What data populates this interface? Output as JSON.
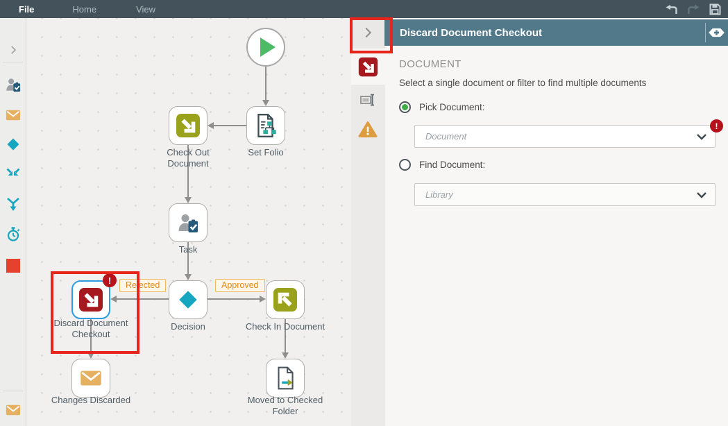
{
  "topbar": {
    "menus": [
      {
        "label": "File"
      },
      {
        "label": "Home"
      },
      {
        "label": "View"
      }
    ]
  },
  "toolbox": {
    "items": [
      "expand",
      "task",
      "mail",
      "decision",
      "merge",
      "split",
      "timer",
      "placeholder-step",
      "mail-bottom"
    ]
  },
  "canvas": {
    "nodes": {
      "start": {
        "label": ""
      },
      "set_folio": {
        "label": "Set Folio"
      },
      "check_out": {
        "label": "Check Out Document"
      },
      "task": {
        "label": "Task"
      },
      "discard": {
        "label": "Discard Document Checkout",
        "selected": true,
        "error": "!"
      },
      "decision": {
        "label": "Decision"
      },
      "check_in": {
        "label": "Check In Document"
      },
      "changes_discarded": {
        "label": "Changes Discarded"
      },
      "moved_folder": {
        "label": "Moved to Checked Folder"
      }
    },
    "edge_labels": {
      "rejected": "Rejected",
      "approved": "Approved"
    }
  },
  "panel": {
    "title": "Discard Document Checkout",
    "section": "DOCUMENT",
    "description": "Select a single document or filter to find multiple documents",
    "pick": {
      "label": "Pick Document:",
      "placeholder": "Document",
      "error": "!"
    },
    "find": {
      "label": "Find Document:",
      "placeholder": "Library"
    }
  },
  "colors": {
    "topbar": "#44535b",
    "steel_header": "#52798a",
    "teal": "#17a6bf",
    "olive": "#9aa21b",
    "dark_red": "#a6191f",
    "orange": "#e6b061",
    "green": "#4dbb66",
    "badge_orange": "#e08a1e",
    "error_red": "#b5121b",
    "annotation_red": "#e8251a",
    "selection_blue": "#2d9ce0"
  }
}
